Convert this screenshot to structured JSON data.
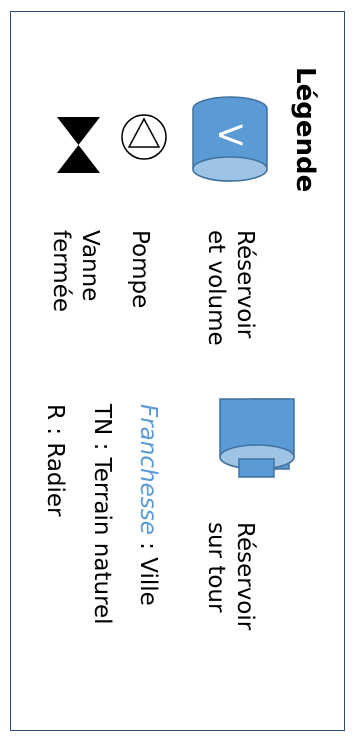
{
  "legend": {
    "title": "Légende",
    "items": {
      "reservoir": {
        "label_line1": "Réservoir",
        "label_line2": "et volume",
        "symbol_letter": "V"
      },
      "pump": {
        "label": "Pompe"
      },
      "valve": {
        "label_line1": "Vanne",
        "label_line2": "fermée"
      },
      "tower": {
        "label_line1": "Réservoir",
        "label_line2": "sur tour"
      },
      "franchesse": {
        "name": "Franchesse",
        "suffix": " : Ville"
      },
      "tn": {
        "label": "TN : Terrain naturel"
      },
      "radier": {
        "label": "R : Radier"
      }
    }
  },
  "colors": {
    "tank_fill": "#5b9bd5",
    "tank_top": "#9dc3e6",
    "tank_stroke": "#41719c",
    "border": "#2e4d7b",
    "franchesse": "#5b9bd5"
  }
}
